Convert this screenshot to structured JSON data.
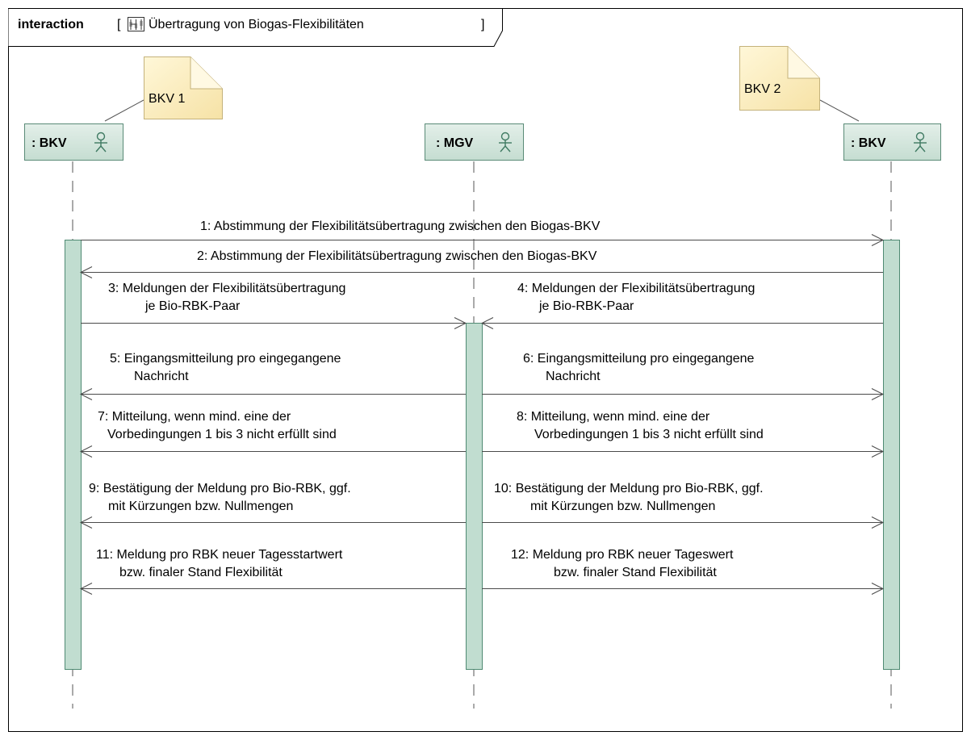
{
  "frame": {
    "keyword": "interaction",
    "open_bracket": "[",
    "title": "Übertragung von Biogas-Flexibilitäten",
    "close_bracket": "]",
    "icon": "interaction-diagram-icon"
  },
  "lifelines": [
    {
      "id": "bkv1",
      "label": ": BKV",
      "icon": "actor-icon"
    },
    {
      "id": "mgv",
      "label": ": MGV",
      "icon": "actor-icon"
    },
    {
      "id": "bkv2",
      "label": ": BKV",
      "icon": "actor-icon"
    }
  ],
  "notes": [
    {
      "id": "note-bkv1",
      "text": "BKV 1"
    },
    {
      "id": "note-bkv2",
      "text": "BKV 2"
    }
  ],
  "messages": [
    {
      "number": "1",
      "lines": [
        "1:  Abstimmung der Flexibilitätsübertragung zwischen den Biogas-BKV"
      ]
    },
    {
      "number": "2",
      "lines": [
        "2:  Abstimmung der Flexibilitätsübertragung zwischen den Biogas-BKV"
      ]
    },
    {
      "number": "3",
      "lines": [
        "3:  Meldungen der Flexibilitätsübertragung",
        "je Bio-RBK-Paar"
      ]
    },
    {
      "number": "4",
      "lines": [
        "4:  Meldungen der Flexibilitätsübertragung",
        "je Bio-RBK-Paar"
      ]
    },
    {
      "number": "5",
      "lines": [
        "5:  Eingangsmitteilung pro eingegangene",
        "Nachricht"
      ]
    },
    {
      "number": "6",
      "lines": [
        "6:  Eingangsmitteilung pro eingegangene",
        "Nachricht"
      ]
    },
    {
      "number": "7",
      "lines": [
        "7:  Mitteilung, wenn mind. eine der",
        "Vorbedingungen 1 bis 3 nicht erfüllt sind"
      ]
    },
    {
      "number": "8",
      "lines": [
        "8:  Mitteilung, wenn mind. eine der",
        "Vorbedingungen 1 bis 3 nicht erfüllt sind"
      ]
    },
    {
      "number": "9",
      "lines": [
        "9:  Bestätigung der Meldung pro Bio-RBK, ggf.",
        "mit Kürzungen bzw. Nullmengen"
      ]
    },
    {
      "number": "10",
      "lines": [
        "10:  Bestätigung der Meldung pro Bio-RBK, ggf.",
        "mit Kürzungen bzw. Nullmengen"
      ]
    },
    {
      "number": "11",
      "lines": [
        "11:  Meldung pro RBK neuer Tagesstartwert",
        "bzw. finaler Stand Flexibilität"
      ]
    },
    {
      "number": "12",
      "lines": [
        "12:  Meldung pro RBK neuer Tageswert",
        "bzw. finaler Stand Flexibilität"
      ]
    }
  ],
  "colors": {
    "lifeline_head_fill": "#d2e5dc",
    "lifeline_head_stroke": "#5a8b77",
    "activation_fill": "#c1ddd0",
    "activation_stroke": "#4f8a73",
    "note_fill": "#fdf0c4",
    "note_stroke": "#c8b782",
    "line": "#4f4f4f",
    "frame": "#000000"
  }
}
